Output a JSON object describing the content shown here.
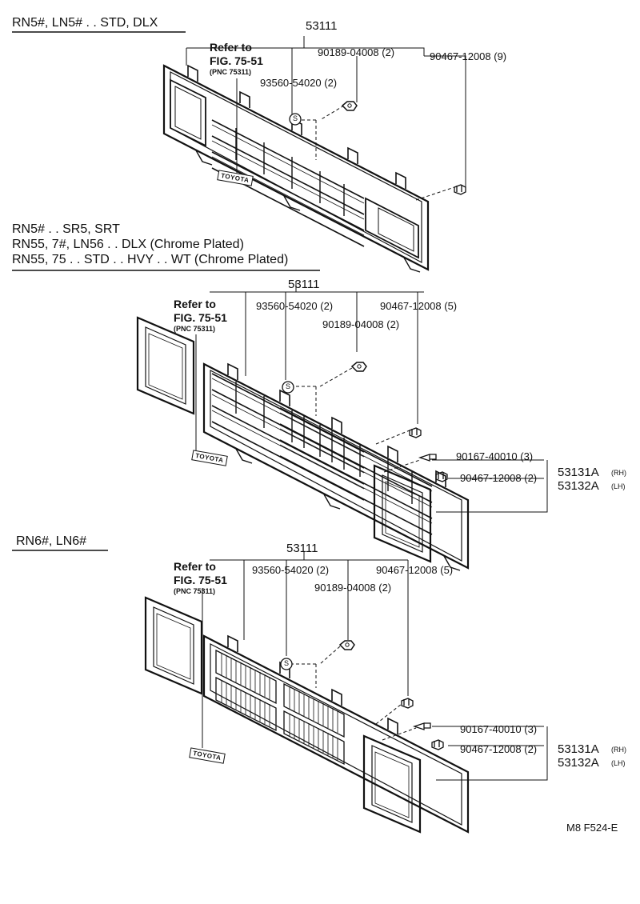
{
  "sections": [
    {
      "header_lines": [
        "RN5#, LN5# . . STD, DLX"
      ],
      "grille_part": "53111",
      "refer_to": [
        "Refer to",
        "FIG. 75-51",
        "(PNC 75311)"
      ],
      "clip_part": "93560-54020 (2)",
      "nut_part": "90189-04008 (2)",
      "clip2_part": "90467-12008 (9)",
      "emblem_text": "TOYOTA",
      "s_mark": "S"
    },
    {
      "header_lines": [
        "RN5# . . SR5, SRT",
        "RN55, 7#, LN56 . . DLX (Chrome Plated)",
        "RN55, 75 . . STD . . HVY . . WT (Chrome Plated)"
      ],
      "grille_part": "53111",
      "refer_to": [
        "Refer to",
        "FIG. 75-51",
        "(PNC 75311)"
      ],
      "clip_part": "93560-54020 (2)",
      "nut_part": "90189-04008 (2)",
      "clip2_part": "90467-12008 (5)",
      "screw_part": "90167-40010 (3)",
      "clip3_part": "90467-12008 (2)",
      "door_rh": "53131A",
      "door_rh_side": "(RH)",
      "door_lh": "53132A",
      "door_lh_side": "(LH)",
      "emblem_text": "TOYOTA",
      "s_mark": "S"
    },
    {
      "header_lines": [
        "RN6#, LN6#"
      ],
      "grille_part": "53111",
      "refer_to": [
        "Refer to",
        "FIG. 75-51",
        "(PNC 75311)"
      ],
      "clip_part": "93560-54020 (2)",
      "nut_part": "90189-04008 (2)",
      "clip2_part": "90467-12008 (5)",
      "screw_part": "90167-40010 (3)",
      "clip3_part": "90467-12008 (2)",
      "door_rh": "53131A",
      "door_rh_side": "(RH)",
      "door_lh": "53132A",
      "door_lh_side": "(LH)",
      "emblem_text": "TOYOTA",
      "s_mark": "S"
    }
  ],
  "footer_code": "M8  F524-E"
}
